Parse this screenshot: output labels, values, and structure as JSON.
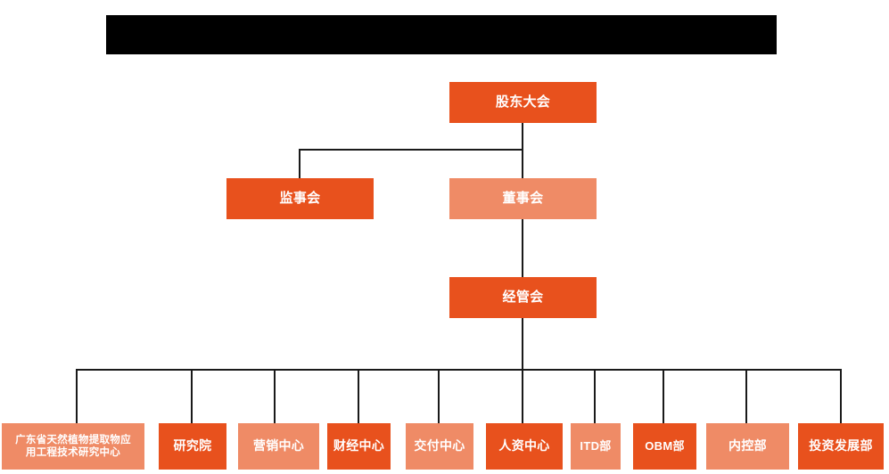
{
  "banner": {
    "name": "redacted-title-banner",
    "text": "",
    "color": "#000000"
  },
  "colors": {
    "deep_orange": "#e8511d",
    "light_orange": "#ef8b66",
    "line": "#1a1a1a",
    "background": "#ffffff",
    "text": "#ffffff"
  },
  "chart_title": "",
  "nodes": {
    "shareholders_meeting": {
      "label": "股东大会",
      "tone": "deep"
    },
    "supervisory_board": {
      "label": "监事会",
      "tone": "deep"
    },
    "board_of_directors": {
      "label": "董事会",
      "tone": "light"
    },
    "management_committee": {
      "label": "经管会",
      "tone": "deep"
    }
  },
  "departments": [
    {
      "label": "广东省天然植物提取物应\n用工程技术研究中心",
      "tone": "light"
    },
    {
      "label": "研究院",
      "tone": "deep"
    },
    {
      "label": "营销中心",
      "tone": "light"
    },
    {
      "label": "财经中心",
      "tone": "deep"
    },
    {
      "label": "交付中心",
      "tone": "light"
    },
    {
      "label": "人资中心",
      "tone": "deep"
    },
    {
      "label": "ITD部",
      "tone": "light"
    },
    {
      "label": "OBM部",
      "tone": "deep"
    },
    {
      "label": "内控部",
      "tone": "light"
    },
    {
      "label": "投资发展部",
      "tone": "deep"
    }
  ]
}
